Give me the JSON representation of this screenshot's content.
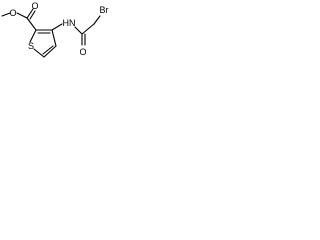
{
  "structure": {
    "atoms": {
      "ester_oxygen": "O",
      "carbonyl_oxygen_ester": "O",
      "sulfur": "S",
      "amide_nitrogen": "HN",
      "bromine": "Br",
      "amide_oxygen": "O"
    }
  }
}
